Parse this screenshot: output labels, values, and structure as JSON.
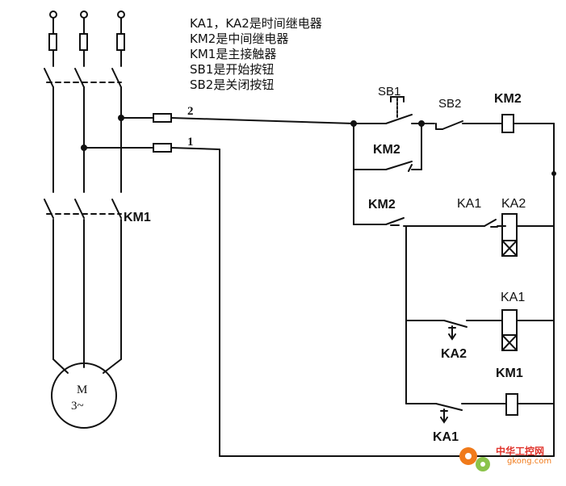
{
  "legend": [
    "KA1，KA2是时间继电器",
    "KM2是中间继电器",
    "KM1是主接触器",
    "SB1是开始按钮",
    "SB2是关闭按钮"
  ],
  "labels": {
    "wire2": "2",
    "wire1": "1",
    "sb1": "SB1",
    "sb2": "SB2",
    "km2_coil": "KM2",
    "km2_hold": "KM2",
    "km2_contact": "KM2",
    "ka1_contact": "KA1",
    "ka2_coil": "KA2",
    "ka1_coil": "KA1",
    "ka2_contact": "KA2",
    "km1_coil": "KM1",
    "ka1_contact_bottom": "KA1",
    "km1_main": "KM1",
    "motor_m": "M",
    "motor_phase": "3~"
  },
  "watermark": {
    "title": "中华工控网",
    "url": "gkong.com"
  },
  "colors": {
    "line": "#111111",
    "watermark_orange": "#f07a1a",
    "watermark_red": "#e0332b"
  }
}
